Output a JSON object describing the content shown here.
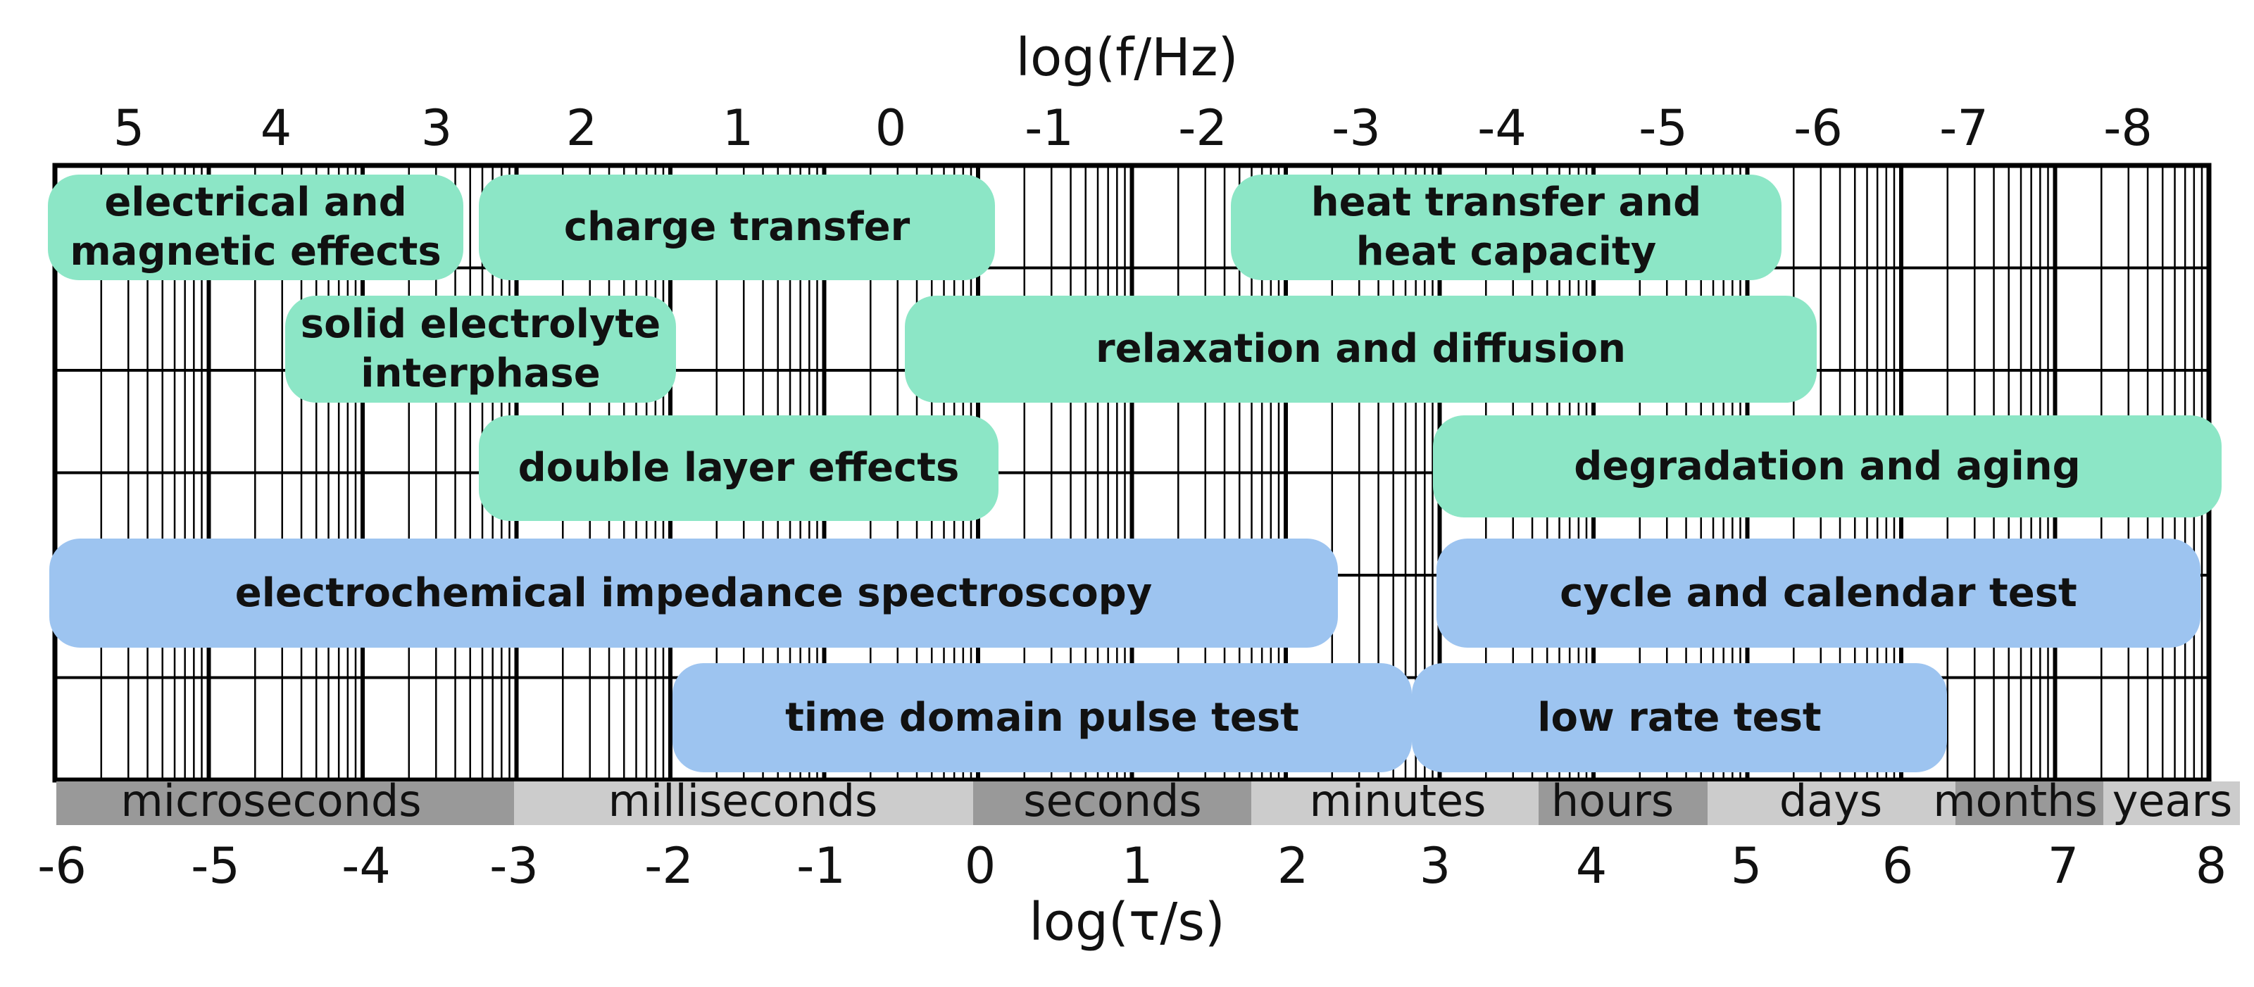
{
  "top_axis": {
    "title": "log(f/Hz)",
    "ticks": [
      "5",
      "4",
      "3",
      "2",
      "1",
      "0",
      "-1",
      "-2",
      "-3",
      "-4",
      "-5",
      "-6",
      "-7",
      "-8"
    ]
  },
  "bottom_axis": {
    "title": "log(τ/s)",
    "ticks": [
      "-6",
      "-5",
      "-4",
      "-3",
      "-2",
      "-1",
      "0",
      "1",
      "2",
      "3",
      "4",
      "5",
      "6",
      "7",
      "8"
    ]
  },
  "time_bands": [
    {
      "label": "microseconds",
      "color": "#999999"
    },
    {
      "label": "milliseconds",
      "color": "#cccccc"
    },
    {
      "label": "seconds",
      "color": "#999999"
    },
    {
      "label": "minutes",
      "color": "#cccccc"
    },
    {
      "label": "hours",
      "color": "#999999"
    },
    {
      "label": "days",
      "color": "#cccccc"
    },
    {
      "label": "months",
      "color": "#999999"
    },
    {
      "label": "years",
      "color": "#cccccc"
    }
  ],
  "effects": [
    {
      "label": "electrical and\nmagnetic effects",
      "color": "#8ce6c6"
    },
    {
      "label": "charge transfer",
      "color": "#8ce6c6"
    },
    {
      "label": "heat transfer and\nheat capacity",
      "color": "#8ce6c6"
    },
    {
      "label": "solid electrolyte\ninterphase",
      "color": "#8ce6c6"
    },
    {
      "label": "relaxation and diffusion",
      "color": "#8ce6c6"
    },
    {
      "label": "double layer effects",
      "color": "#8ce6c6"
    },
    {
      "label": "degradation and aging",
      "color": "#8ce6c6"
    }
  ],
  "methods": [
    {
      "label": "electrochemical impedance spectroscopy",
      "color": "#9dc4f0"
    },
    {
      "label": "cycle and calendar test",
      "color": "#9dc4f0"
    },
    {
      "label": "time domain pulse test",
      "color": "#9dc4f0"
    },
    {
      "label": "low rate test",
      "color": "#9dc4f0"
    }
  ]
}
